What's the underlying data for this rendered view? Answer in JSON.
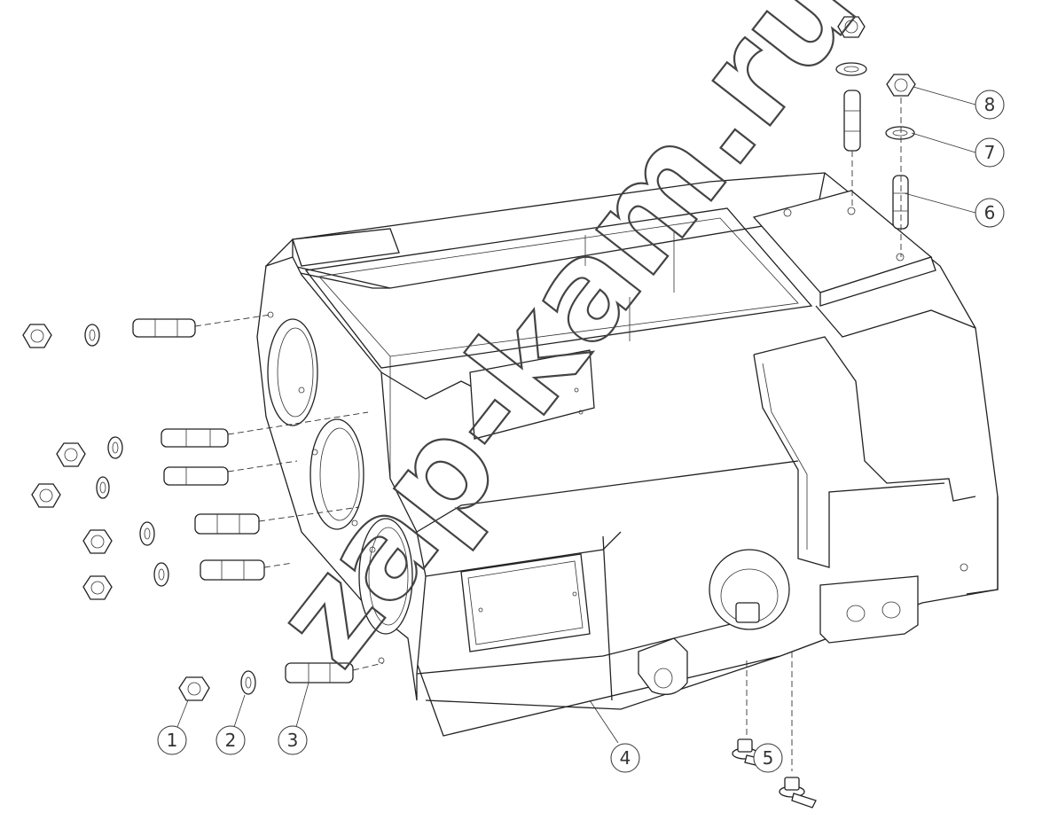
{
  "drawing": {
    "callouts": [
      {
        "number": "1",
        "part": "nut"
      },
      {
        "number": "2",
        "part": "washer"
      },
      {
        "number": "3",
        "part": "stud"
      },
      {
        "number": "4",
        "part": "housing"
      },
      {
        "number": "5",
        "part": "drain plug"
      },
      {
        "number": "6",
        "part": "stud"
      },
      {
        "number": "7",
        "part": "washer"
      },
      {
        "number": "8",
        "part": "nut"
      }
    ],
    "watermark": "zap-kam.ru"
  }
}
